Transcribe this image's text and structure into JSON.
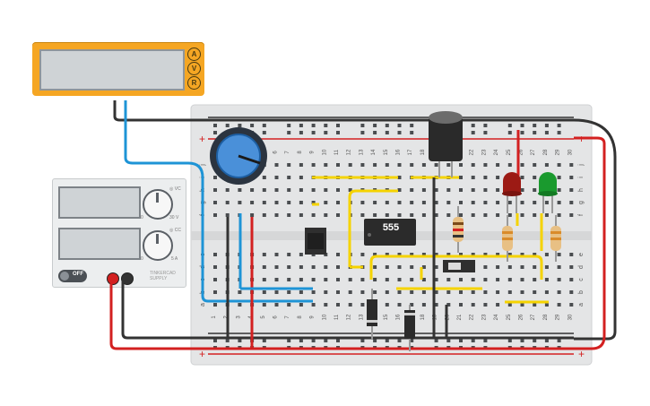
{
  "multimeter": {
    "buttons": [
      "A",
      "V",
      "R"
    ]
  },
  "power_supply": {
    "off_label": "OFF",
    "knob1_marks": {
      "min": "0",
      "max": "30 V",
      "label": "◎ VC"
    },
    "knob2_marks": {
      "min": "0",
      "max": "5 A",
      "label": "◎ CC"
    },
    "brand": "TINKERCAD SUPPLY"
  },
  "breadboard": {
    "columns": [
      "1",
      "2",
      "3",
      "4",
      "5",
      "6",
      "7",
      "8",
      "9",
      "10",
      "11",
      "12",
      "13",
      "14",
      "15",
      "16",
      "17",
      "18",
      "19",
      "20",
      "21",
      "22",
      "23",
      "24",
      "25",
      "26",
      "27",
      "28",
      "29",
      "30"
    ],
    "rows_top": [
      "j",
      "i",
      "h",
      "g",
      "f"
    ],
    "rows_bottom": [
      "e",
      "d",
      "c",
      "b",
      "a"
    ],
    "rail_plus": "+",
    "rail_minus": "−"
  },
  "chip": {
    "label": "555"
  },
  "colors": {
    "board": "#e4e5e6",
    "wire_yellow": "#f5d300",
    "wire_blue": "#1e94d6",
    "wire_red": "#d32020",
    "wire_black": "#333333",
    "multimeter": "#f5a623"
  }
}
